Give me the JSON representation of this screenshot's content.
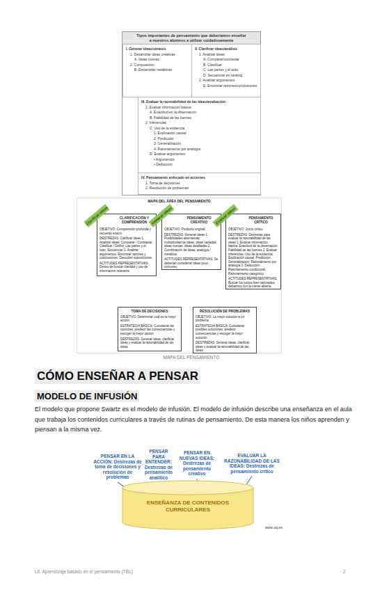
{
  "diagram": {
    "caption": "MAPA DEL PENSAMIENTO",
    "nodes": [
      {
        "text": [
          "Tipos importantes de pensamiento que deberíamos enseñar a nuestros alumnos a utilizar cuidadosamente"
        ]
      },
      {
        "text": [
          "I. Generar ideas/síntesis",
          "1. Desarrollar ideas creativas",
          "A. Ideas nuevas",
          "2. Composición",
          "B. Desarrollar metáforas"
        ],
        "in": 0
      },
      {
        "text": [
          "II. Clarificar ideas/análisis",
          "1. Analizar ideas",
          "A. Comparar/contrastar",
          "B. Clasificar",
          "C. Las partes y el todo",
          "D. Secuenciar en ranking",
          "2. Analizar argumentos",
          "E. Encontrar razones/conclusiones"
        ],
        "in": 0
      },
      {
        "text": [
          "III. Evaluar la razonabilidad de las ideas/evaluación",
          "1. Evaluar información básica",
          "A. Exactitud en la observación",
          "B. Fiabilidad de las fuentes",
          "2. Inferencias",
          "C. Uso de la evidencia",
          "1. Explicación causal",
          "2. Predicción",
          "3. Generalización",
          "4. Razonamiento por analogía",
          "D. Evaluar argumentos",
          "• Argumentos",
          "• Deducción"
        ],
        "in": 0
      },
      {
        "text": [
          "IV. Pensamiento enfocado en acciones",
          "1. Toma de decisiones",
          "2. Resolución de problemas"
        ],
        "in": 0
      },
      {
        "text": [
          "MAPA DEL ÁREA DEL PENSAMIENTO"
        ]
      },
      {
        "text": [
          "CLARIFICACIÓN Y COMPRENSIÓN",
          "OBJETIVO: Comprensión profunda y recuerdo exacto",
          "DESTREZAS: Clarificar ideas 1. Analizar ideas: Comparar / Contrastar, Clasificar / Definir, Las partes y el todo, Secuenciar 2. Analizar argumentos: Encontrar razones y conclusiones, Descubrir suposiciones",
          "ACTITUDES REPRESENTATIVAS: Deseo de buscar claridad y uso de información relevante"
        ],
        "in": 5
      },
      {
        "text": [
          "Clarificar ideas"
        ],
        "in": 5
      },
      {
        "text": [
          "PENSAMIENTO CREATIVO",
          "OBJETIVO: Producto original",
          "DESTREZAS: Generar ideas 1. Posibilidades alternativas: multiplicidad de ideas, ideas variadas, ideas nuevas, ideas detalladas 2. Combinación de ideas: analogía / metáfora",
          "ACTITUDES REPRESENTATIVAS: Se deberían considerar ideas poco comunes"
        ],
        "in": 5
      },
      {
        "text": [
          "Generar ideas"
        ],
        "in": 5
      },
      {
        "text": [
          "PENSAMIENTO CRÍTICO",
          "OBJETIVO: Juicio crítico",
          "DESTREZAS: Destrezas para evaluar la razonabilidad de las ideas 1. Evaluar información básica: Exactitud de la observación, Fiabilidad de las fuentes 2. Evaluar inferencias: Uso de la evidencia, Explicación causal, Predicción, Generalización, Razonamiento por analogía 3. Deducción: Razonamiento condicional, Razonamiento categórico",
          "ACTITUDES REPRESENTATIVAS: Buscar los juicios bien razonados, debatirlos con la mente abierta"
        ],
        "in": 5
      },
      {
        "text": [
          "Evaluar ideas"
        ],
        "in": 5
      },
      {
        "text": [
          "TOMA DE DECISIONES",
          "OBJETIVO: Determinar cuál es la mejor acción",
          "ESTRATEGIA BÁSICA: Considerar las opciones, predecir las consecuencias y escoger la mejor opción",
          "DESTREZAS: Generar ideas, clarificar ideas y evaluar la razonabilidad de las ideas"
        ],
        "in": 5
      },
      {
        "text": [
          "RESOLUCIÓN DE PROBLEMAS",
          "OBJETIVO: La mejor solución a un problema",
          "ESTRATEGIA BÁSICA: Considerar posibles soluciones, predecir consecuencias y escoger la mejor solución",
          "DESTREZAS: Generar ideas, clarificar ideas y evaluar la razonabilidad de las ideas"
        ],
        "in": 5
      },
      {
        "text": [
          "ENSEÑANZA DE CONTENIDOS CURRICULARES"
        ]
      }
    ],
    "labels": [
      "CÓMO ENSEÑAR A PENSAR",
      "MODELO DE INFUSIÓN",
      "El modelo que propone Swartz es el modelo de infusión. El modelo de infusión describe una enseñanza en el aula que trabaja los contenidos curriculares a través de rutinas de pensamiento. De esta manera los niños aprenden y piensan a la misma vez.",
      "PENSAR EN LA ACCIÓN: Destrezas de toma de decisiones y resolución de problemas",
      "PENSAR PARA ENTENDER: Destrezas de pensamiento analítico",
      "PENSAR EN NUEVAS IDEAS: Destrezas de pensamiento creativo",
      "EVALUAR LA RAZONABILIDAD DE LAS IDEAS: Destrezas de pensamiento crítico",
      "www.usj.es",
      "L6. Aprendizaje basado en el pensamiento (TBL)",
      "2"
    ]
  }
}
